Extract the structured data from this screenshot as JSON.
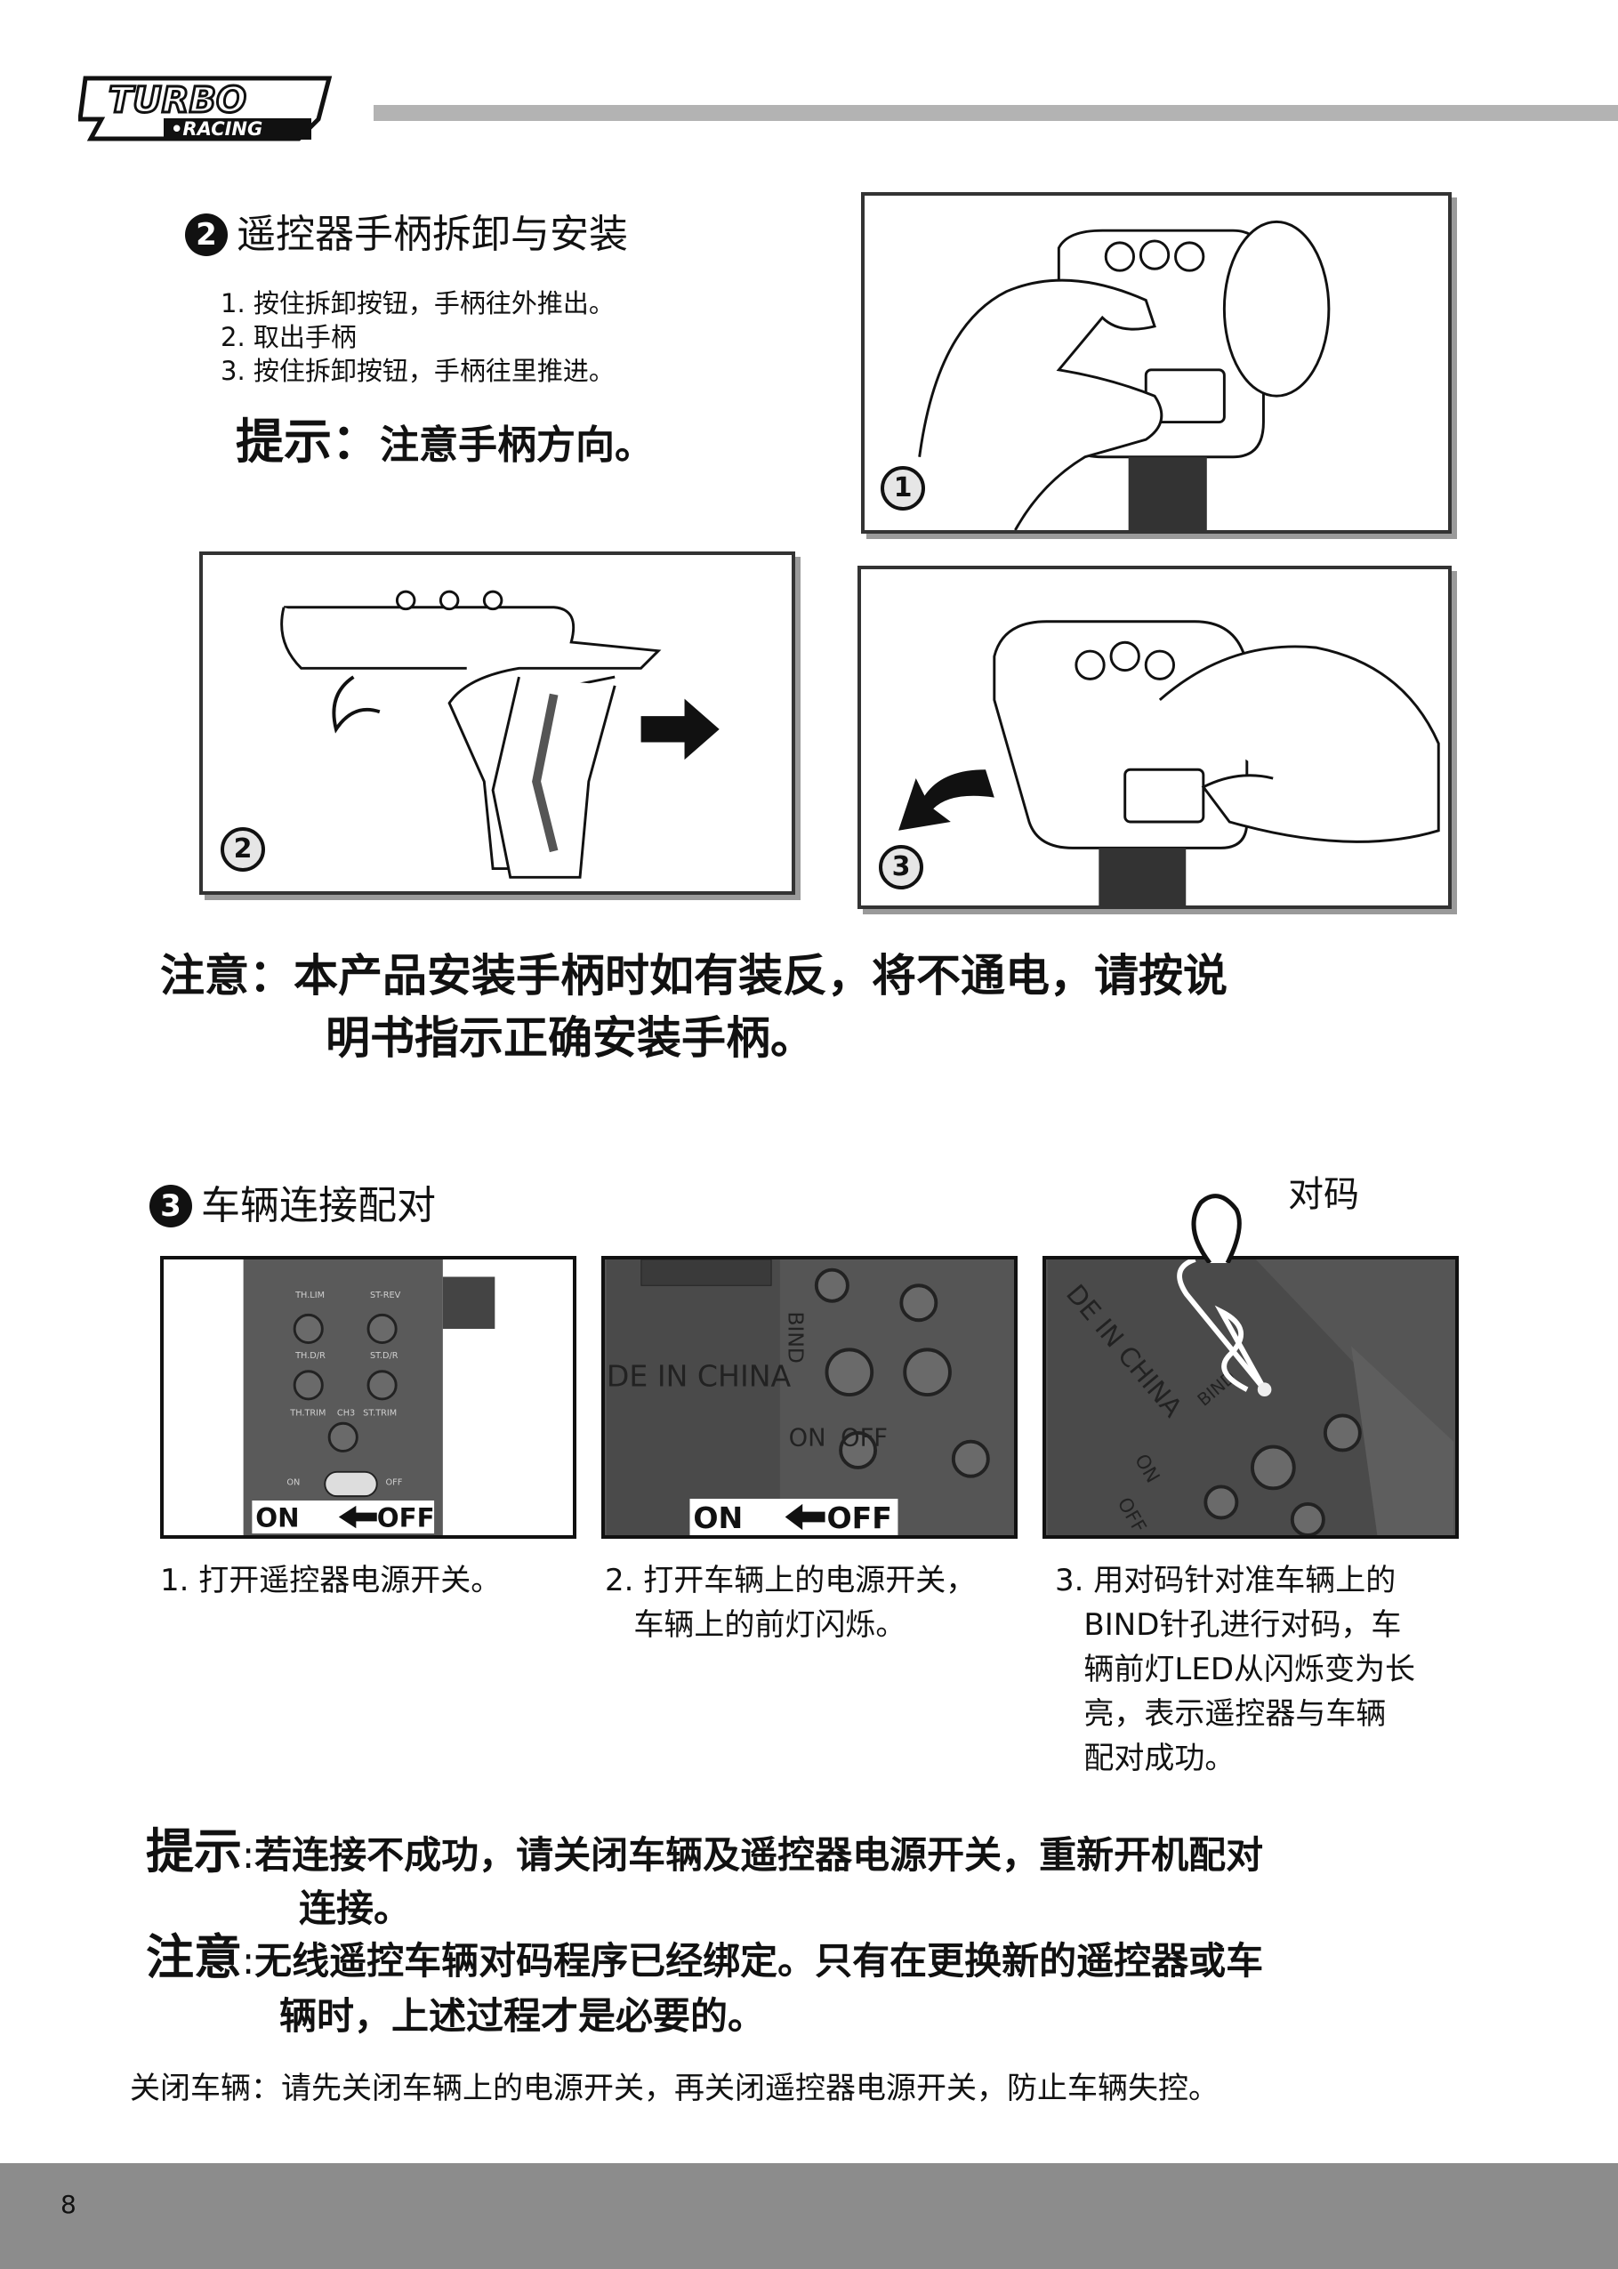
{
  "header": {
    "logo_top": "TURBO",
    "logo_bottom": "•RACING"
  },
  "section2": {
    "number": "2",
    "title": "遥控器手柄拆卸与安装",
    "steps": [
      "1. 按住拆卸按钮，手柄往外推出。",
      "2. 取出手柄",
      "3. 按住拆卸按钮，手柄往里推进。"
    ],
    "tip_label": "提示：",
    "tip_text": "注意手柄方向。",
    "figure_badges": [
      "1",
      "2",
      "3"
    ],
    "note_label": "注意：",
    "note_line1": "本产品安装手柄时如有装反，将不通电，请按说",
    "note_line2": "明书指示正确安装手柄。"
  },
  "section3": {
    "number": "3",
    "title": "车辆连接配对",
    "bind_callout": "对码",
    "photo1": {
      "labels": [
        "TH.LIM",
        "ST-REV",
        "TH.D/R",
        "ST.D/R",
        "TH.TRIM",
        "CH3",
        "ST.TRIM",
        "ON",
        "OFF"
      ],
      "switch_on": "ON",
      "switch_off": "OFF"
    },
    "photo2": {
      "made_in": "DE IN CHINA",
      "bind": "BIND",
      "on": "ON",
      "off": "OFF",
      "switch_on": "ON",
      "switch_off": "OFF"
    },
    "photo3": {
      "made_in": "DE IN CHINA",
      "bind": "BIND",
      "on": "ON",
      "off": "OFF"
    },
    "captions": [
      {
        "lines": [
          "1. 打开遥控器电源开关。"
        ]
      },
      {
        "lines": [
          "2. 打开车辆上的电源开关，",
          "   车辆上的前灯闪烁。"
        ]
      },
      {
        "lines": [
          "3. 用对码针对准车辆上的",
          "   BIND针孔进行对码，车",
          "   辆前灯LED从闪烁变为长",
          "   亮，表示遥控器与车辆",
          "   配对成功。"
        ]
      }
    ]
  },
  "tips": {
    "tip_label": "提示",
    "tip_colon": ":",
    "tip_line1": "若连接不成功，请关闭车辆及遥控器电源开关，重新开机配对",
    "tip_line2": "连接。",
    "note_label": "注意",
    "note_colon": ":",
    "note_line1": "无线遥控车辆对码程序已经绑定。只有在更换新的遥控器或车",
    "note_line2": "辆时，上述过程才是必要的。",
    "close_text": "关闭车辆：请先关闭车辆上的电源开关，再关闭遥控器电源开关，防止车辆失控。"
  },
  "footer": {
    "page_number": "8"
  }
}
